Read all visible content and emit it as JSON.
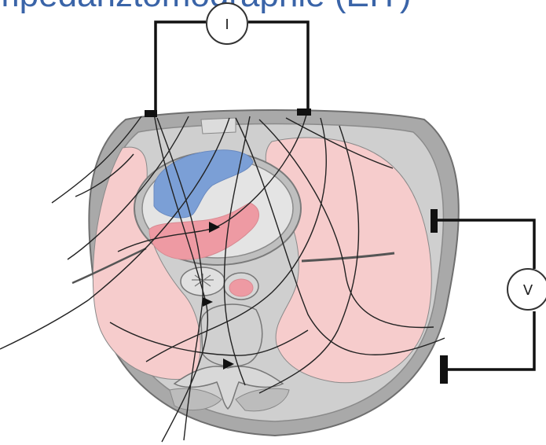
{
  "title": "mpedanztomographie (EIT)",
  "meters": {
    "current_label": "I",
    "voltage_label": "V"
  },
  "colors": {
    "title": "#3a64a8",
    "body_outer": "#a9a9a9",
    "body_inner": "#cfcfcf",
    "lung": "#f6cccc",
    "heart_venous": "#7b9fd6",
    "heart_arterial": "#ee9aa3",
    "heart_chamber": "#e4e4e4",
    "wire": "#111111"
  }
}
